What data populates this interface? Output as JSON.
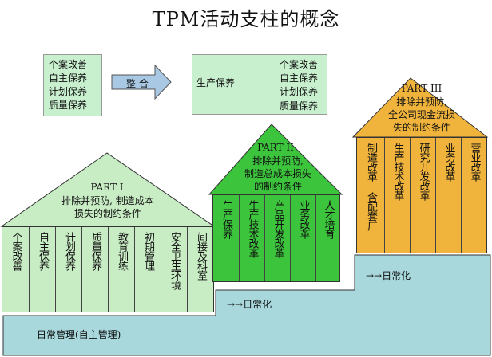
{
  "title": "TPM活动支柱的概念",
  "left_box": {
    "items": [
      "个案改善",
      "自主保养",
      "计划保养",
      "质量保养"
    ]
  },
  "arrow_label": "整 合",
  "middle_box": {
    "root": "生产保养",
    "items": [
      "个案改善",
      "自主保养",
      "计划保养",
      "质量保养"
    ]
  },
  "part1": {
    "title": "PART I",
    "desc_lines": [
      "排除并预防, 制造成本",
      "损失的制约条件"
    ],
    "columns": [
      "个案改善",
      "自主保养",
      "计划保养",
      "质量保养",
      "教育训练",
      "初期管理",
      "安全卫生环境",
      "间接及科室"
    ]
  },
  "part2": {
    "title": "PART II",
    "desc_lines": [
      "排除并预防,",
      "制造总成本损失",
      "的制约条件"
    ],
    "columns": [
      "生产保养",
      "生产技术改革",
      "产品开发改革",
      "业务改革",
      "人才培育"
    ]
  },
  "part3": {
    "title": "PART III",
    "desc_lines": [
      "排除并预防,",
      "全公司现金流损",
      "失的制约条件"
    ],
    "columns": [
      "制造改革 含配套厂",
      "生产技术改革",
      "研究开发改革",
      "业务改革",
      "营业改革"
    ]
  },
  "step_labels": {
    "base": "日常管理(自主管理)",
    "mid": "→→日常化",
    "top": "→→日常化"
  },
  "colors": {
    "box_fill": "#c8f0ce",
    "arrow_fill": "#a8c8e4",
    "part1_fill": "#c8ecc4",
    "part2_fill": "#3cc43c",
    "part3_fill": "#f0b43c",
    "step_fill": "#a8d8dc"
  }
}
